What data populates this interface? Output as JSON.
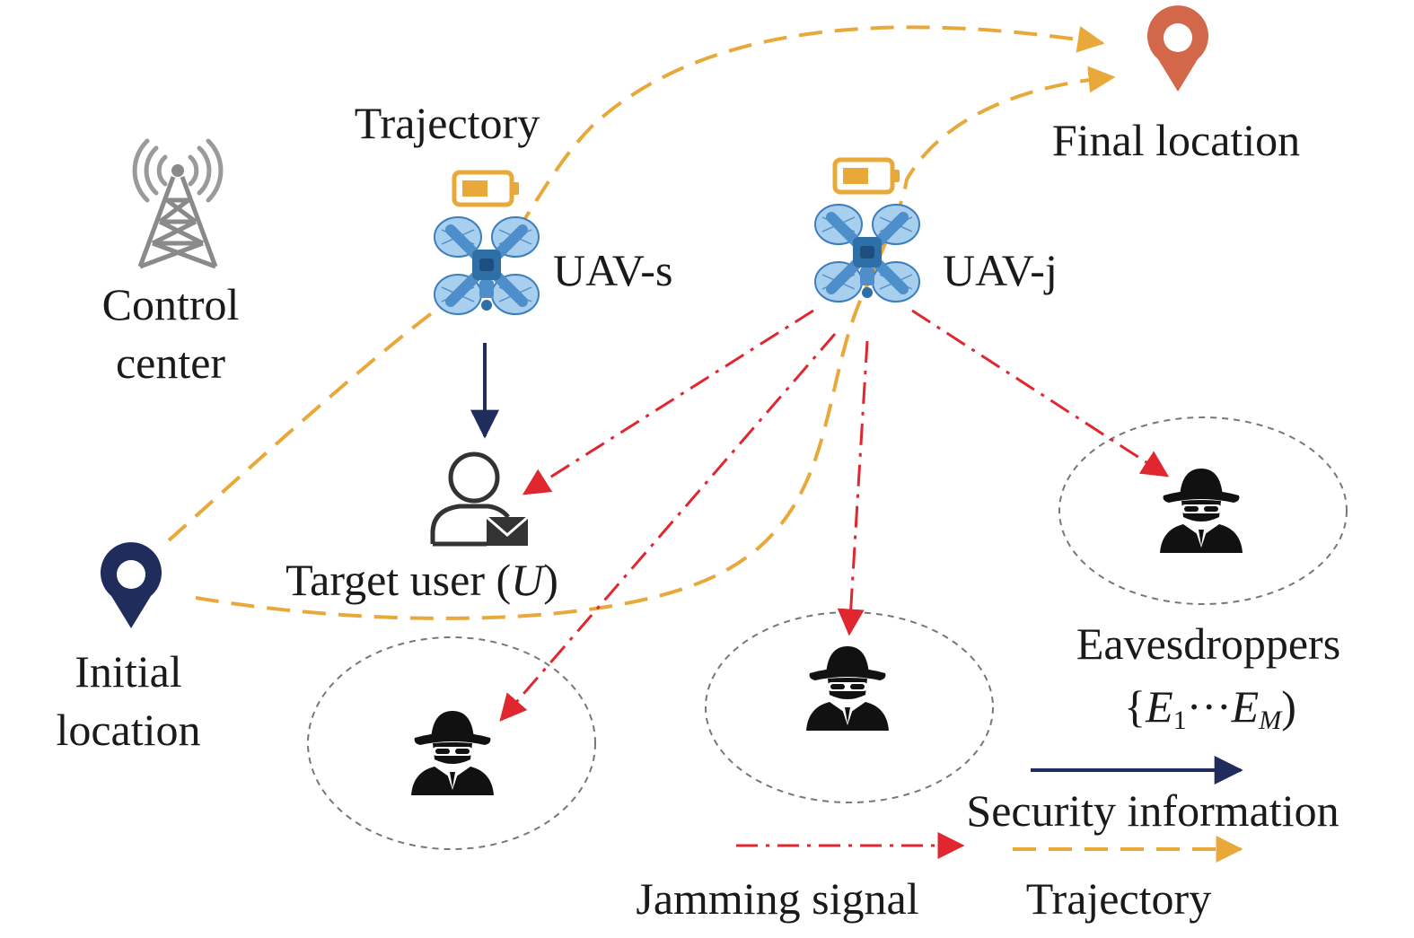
{
  "labels": {
    "trajectory_top": "Trajectory",
    "final_location": "Final location",
    "control_center_line1": "Control",
    "control_center_line2": "center",
    "uav_s": "UAV-s",
    "uav_j": "UAV-j",
    "target_user_prefix": "Target user (",
    "target_user_symbol": "U",
    "target_user_suffix": ")",
    "initial_location_line1": "Initial",
    "initial_location_line2": "location",
    "eavesdroppers": "Eavesdroppers",
    "eaves_open": "{",
    "eaves_E": "E",
    "eaves_sub1": "1",
    "eaves_dots": "···",
    "eaves_sub_m": "M",
    "eaves_close": ")"
  },
  "legend": {
    "security_information": "Security information",
    "jamming_signal": "Jamming signal",
    "trajectory": "Trajectory"
  },
  "icons": {
    "control_center": "radio-tower-icon",
    "uav": "quadcopter-drone-icon",
    "battery": "battery-half-icon",
    "target_user": "user-with-envelope-icon",
    "eavesdropper": "spy-hat-icon",
    "initial_pin": "location-pin-icon",
    "final_pin": "location-pin-icon"
  },
  "colors": {
    "trajectory": "#E8A93A",
    "jamming": "#E0262F",
    "security": "#1F2C5C",
    "drone": "#5C9FD6",
    "drone_light": "#A9CFEE",
    "battery": "#E8A93A",
    "initial_pin": "#1F2C5C",
    "final_pin": "#D2674A",
    "eavesdropper": "#111111",
    "region": "#777777"
  }
}
